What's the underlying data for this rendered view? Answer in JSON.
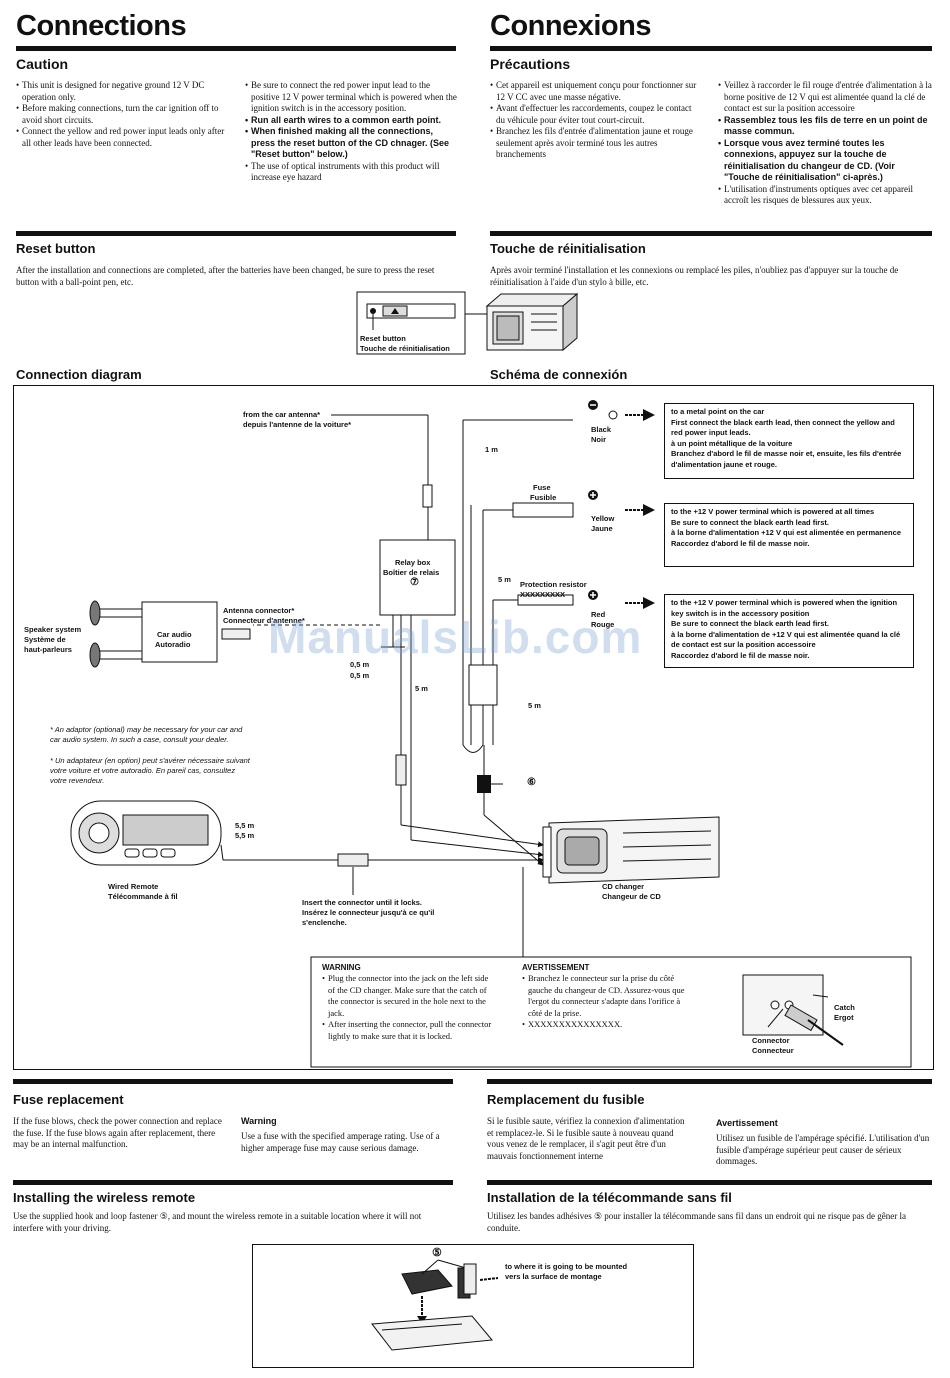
{
  "en": {
    "title": "Connections",
    "caution": {
      "heading": "Caution",
      "col1": [
        "This unit is designed for negative ground 12 V DC operation only.",
        "Before making connections, turn the car ignition off to avoid short circuits.",
        "Connect the yellow and red power input leads only after all other leads have been connected."
      ],
      "col2": [
        "Be sure to connect the red power input lead to the positive 12 V power terminal which is powered when the ignition switch is in the accessory position.",
        "Run all earth wires to a common earth point.",
        "When finished making all the connections, press the reset button of the CD chnager. (See \"Reset button\" below.)",
        "The use of optical instruments with this product will increase eye hazard"
      ]
    },
    "reset": {
      "heading": "Reset button",
      "text": "After the installation and connections are completed, after the batteries have been changed, be sure to press the reset button with a ball-point pen, etc."
    },
    "diagram_heading": "Connection diagram",
    "fuse": {
      "heading": "Fuse replacement",
      "text": "If the fuse blows, check the power connection and replace the fuse. If the fuse blows again after replacement, there may be an internal malfunction.",
      "warning_title": "Warning",
      "warning_text": "Use a fuse with the specified amperage rating. Use of a higher amperage fuse may cause serious damage."
    },
    "wireless": {
      "heading": "Installing the wireless remote",
      "text": "Use the supplied hook and loop fastener ⑤, and mount the wireless remote in a suitable location where it will not interfere with your driving."
    }
  },
  "fr": {
    "title": "Connexions",
    "caution": {
      "heading": "Précautions",
      "col1": [
        "Cet appareil est uniquement conçu pour fonctionner sur 12 V CC avec une masse négative.",
        "Avant d'effectuer les raccordements, coupez le contact du véhicule pour éviter tout court-circuit.",
        "Branchez les fils d'entrée d'alimentation jaune et rouge seulement après avoir terminé tous les autres branchements"
      ],
      "col2": [
        "Veillez à raccorder le fil rouge d'entrée d'alimentation à la borne positive de 12 V qui est alimentée quand la clé de contact est sur la position accessoire",
        "Rassemblez tous les fils de terre en un point de masse commun.",
        "Lorsque vous avez terminé toutes les connexions, appuyez sur la touche de réinitialisation du changeur de CD. (Voir \"Touche de réinitialisation\" ci-après.)",
        "L'utilisation d'instruments optiques avec cet appareil accroît les risques de blessures aux yeux."
      ]
    },
    "reset": {
      "heading": "Touche de réinitialisation",
      "text": "Après avoir terminé l'installation et les connexions ou remplacé les piles, n'oubliez pas d'appuyer sur la touche de réinitialisation à l'aide d'un stylo à bille, etc."
    },
    "diagram_heading": "Schéma de connexión",
    "fuse": {
      "heading": "Remplacement du fusible",
      "text": "Si le fusible saute, vérifiez la connexion d'alimentation et remplacez-le. Si le fusible saute à nouveau quand vous venez de le remplacer, il s'agit peut être d'un mauvais fonctionnement interne",
      "warning_title": "Avertissement",
      "warning_text": "Utilisez un fusible de l'ampérage spécifié. L'utilisation d'un fusible d'ampérage supérieur peut causer de sérieux dommages."
    },
    "wireless": {
      "heading": "Installation de la télécommande sans fil",
      "text": "Utilisez les bandes adhésives ⑤ pour installer la télécommande sans fil dans un endroit qui ne risque pas de gêner la conduite."
    }
  },
  "reset_figure": {
    "label_en": "Reset button",
    "label_fr": "Touche de réinitialisation"
  },
  "diagram": {
    "antenna_from": "from the car antenna*",
    "antenna_from_fr": "depuis l'antenne de la voiture*",
    "relay_en": "Relay box",
    "relay_fr": "Boîtier de relais",
    "relay_num": "⑦",
    "len_1m": "1 m",
    "len_5m_a": "5 m",
    "len_05m": "0,5 m",
    "len_05m_b": "0,5 m",
    "len_5m_b": "5 m",
    "len_5m_c": "5 m",
    "len_55m": "5,5 m",
    "len_55m_b": "5,5 m",
    "black": "Black",
    "black_fr": "Noir",
    "fuse_en": "Fuse",
    "fuse_fr": "Fusible",
    "yellow": "Yellow",
    "yellow_fr": "Jaune",
    "protect": "Protection resistor",
    "protect_fr": "XXXXXXXXX",
    "red": "Red",
    "red_fr": "Rouge",
    "num6": "⑥",
    "speaker_en": "Speaker system",
    "speaker_fr": "Système de",
    "speaker_fr2": "haut-parleurs",
    "car_audio_en": "Car audio",
    "car_audio_fr": "Autoradio",
    "ant_conn_en": "Antenna connector*",
    "ant_conn_fr": "Connecteur d'antenne*",
    "note1": "* An adaptor (optional) may be necessary for your car and car audio system. In such a case, consult your dealer.",
    "note2": "* Un adaptateur (en option) peut s'avérer nécessaire suivant votre voiture et votre autoradio. En pareil cas, consultez votre revendeur.",
    "remote_en": "Wired Remote",
    "remote_fr": "Télécommande à fil",
    "insert_en": "Insert the connector until it locks.",
    "insert_fr": "Insérez le connecteur jusqu'à ce qu'il s'enclenche.",
    "cd_en": "CD changer",
    "cd_fr": "Changeur de CD",
    "note_black": [
      "to a metal point on the car",
      "First connect the black earth lead, then connect the yellow and red power input leads.",
      "à un point métallique de la voiture",
      "Branchez d'abord le fil de masse noir et, ensuite, les fils d'entrée d'alimentation jaune et rouge."
    ],
    "note_yellow": [
      "to the +12 V power terminal which is powered at all times",
      "Be sure to connect the black earth lead first.",
      "à la borne d'alimentation +12 V qui est alimentée en permanence",
      "Raccordez d'abord le fil de masse noir."
    ],
    "note_red": [
      "to the +12 V power terminal which is powered when the ignition key switch is in the accessory position",
      "Be sure to connect the black earth lead first.",
      "à la borne d'alimentation de +12 V qui est alimentée quand la clé de contact est sur la position accessoire",
      "Raccordez d'abord le fil de masse noir."
    ],
    "warn_en_title": "WARNING",
    "warn_en": [
      "Plug the connector into the jack on the left side of the CD changer. Make sure that the catch of the connector is secured in the hole next to the jack.",
      "After inserting the connector, pull the connector lightly to make sure that it is locked."
    ],
    "warn_fr_title": "AVERTISSEMENT",
    "warn_fr": [
      "Branchez le connecteur sur la prise du côté gauche du changeur de CD. Assurez-vous que l'ergot du connecteur s'adapte dans l'orifice à côté de la prise.",
      "XXXXXXXXXXXXXXX."
    ],
    "catch_en": "Catch",
    "catch_fr": "Ergot",
    "connector_en": "Connector",
    "connector_fr": "Connecteur"
  },
  "wireless_figure": {
    "num": "⑤",
    "mount_en": "to where it is going to be mounted",
    "mount_fr": "vers la surface de montage"
  },
  "watermark": "ManualsLib.com"
}
